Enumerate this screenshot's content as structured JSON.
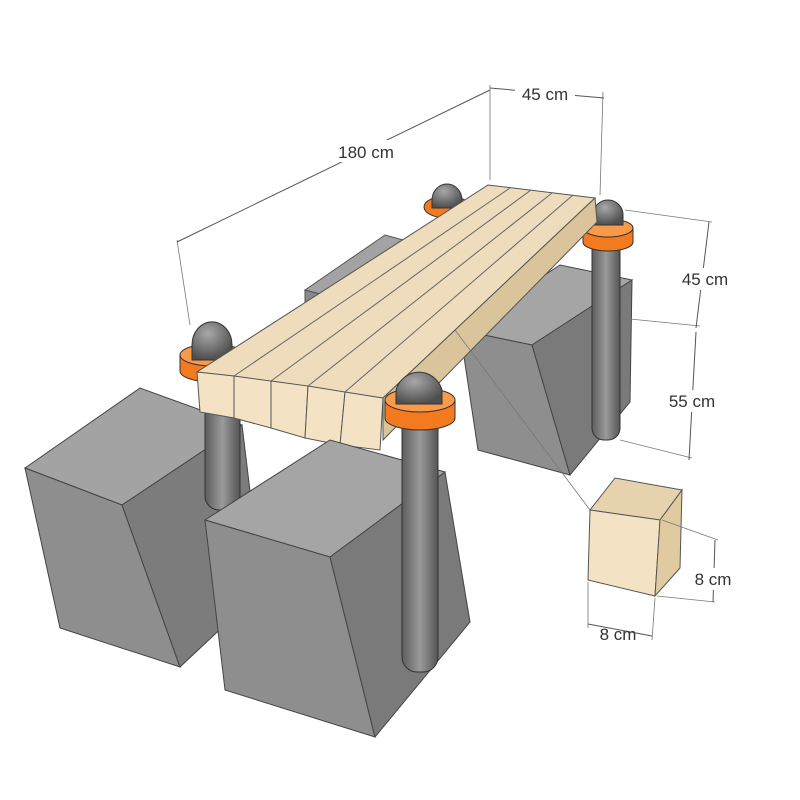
{
  "dimensions": {
    "length": "180 cm",
    "depth": "45 cm",
    "seat_height_upper": "45 cm",
    "seat_height_lower": "55 cm",
    "plank_height": "8 cm",
    "plank_width": "8 cm"
  },
  "colors": {
    "wood_top": "#eedcbc",
    "wood_face": "#f3e3c4",
    "concrete": "#8d8d8d",
    "post": "#6f6f6f",
    "cap": "#f47a20"
  }
}
